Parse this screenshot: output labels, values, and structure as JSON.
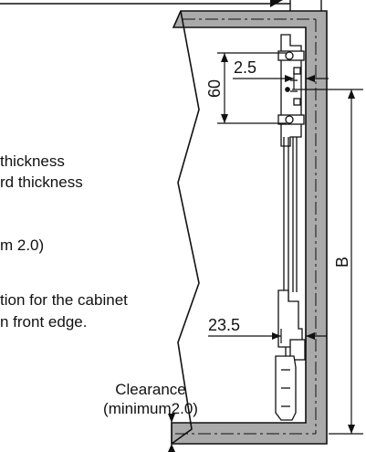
{
  "notes": {
    "line1": "thickness",
    "line2": "rd thickness",
    "line3": "m 2.0)",
    "line4": "tion for the cabinet",
    "line5": "n front edge."
  },
  "dimensions": {
    "d25": "2.5",
    "d60": "60",
    "dB": "B",
    "d235": "23.5"
  },
  "clearance": {
    "line1": "Clearance",
    "line2": "(minimum2.0)"
  }
}
